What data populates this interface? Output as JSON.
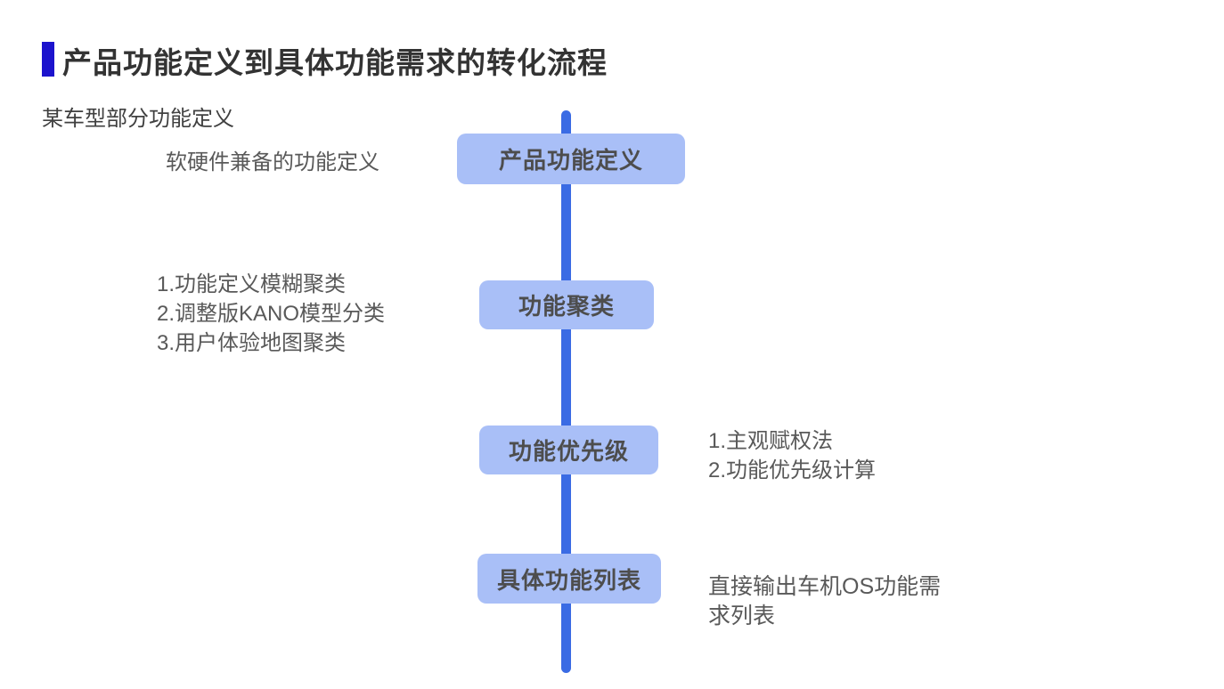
{
  "header": {
    "title": "产品功能定义到具体功能需求的转化流程",
    "subtitle": "某车型部分功能定义"
  },
  "colors": {
    "accent": "#1C13CD",
    "flow_line": "#3A6BE4",
    "node_bg": "#A9BFF7",
    "node_text": "#4D4D4D",
    "title_text": "#333333",
    "subtitle_text": "#404040",
    "annotation_text": "#595959"
  },
  "flow": {
    "nodes": [
      {
        "label": "产品功能定义"
      },
      {
        "label": "功能聚类"
      },
      {
        "label": "功能优先级"
      },
      {
        "label": "具体功能列表"
      }
    ],
    "annotations": [
      {
        "side": "left",
        "lines": [
          "软硬件兼备的功能定义"
        ]
      },
      {
        "side": "left",
        "lines": [
          "1.功能定义模糊聚类",
          "2.调整版KANO模型分类",
          "3.用户体验地图聚类"
        ]
      },
      {
        "side": "right",
        "lines": [
          "1.主观赋权法",
          "2.功能优先级计算"
        ]
      },
      {
        "side": "right",
        "lines": [
          "直接输出车机OS功能需",
          "求列表"
        ]
      }
    ]
  }
}
